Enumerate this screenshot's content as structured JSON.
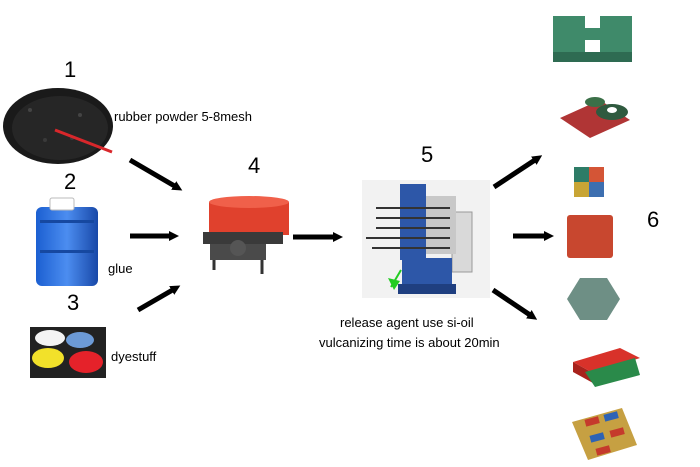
{
  "steps": {
    "s1": {
      "number": "1",
      "label": "rubber powder 5-8mesh"
    },
    "s2": {
      "number": "2",
      "label": "glue"
    },
    "s3": {
      "number": "3",
      "label": "dyestuff"
    },
    "s4": {
      "number": "4"
    },
    "s5": {
      "number": "5",
      "note1": "release agent use si-oil",
      "note2": "vulcanizing time is about 20min"
    },
    "s6": {
      "number": "6"
    }
  },
  "colors": {
    "arrow": "#000000",
    "highlight_arrow": "#22cc22",
    "mixer": "#e0412d",
    "press": "#1f4fa8",
    "tile_green": "#3f8a6a",
    "tile_red": "#c8472f",
    "tile_gray": "#6e8f85"
  },
  "icons": [
    "rubber-powder-photo",
    "glue-barrel-photo",
    "dyestuff-buckets-photo",
    "mixer-machine-photo",
    "vulcanizing-press-photo",
    "rubber-tile-products"
  ]
}
